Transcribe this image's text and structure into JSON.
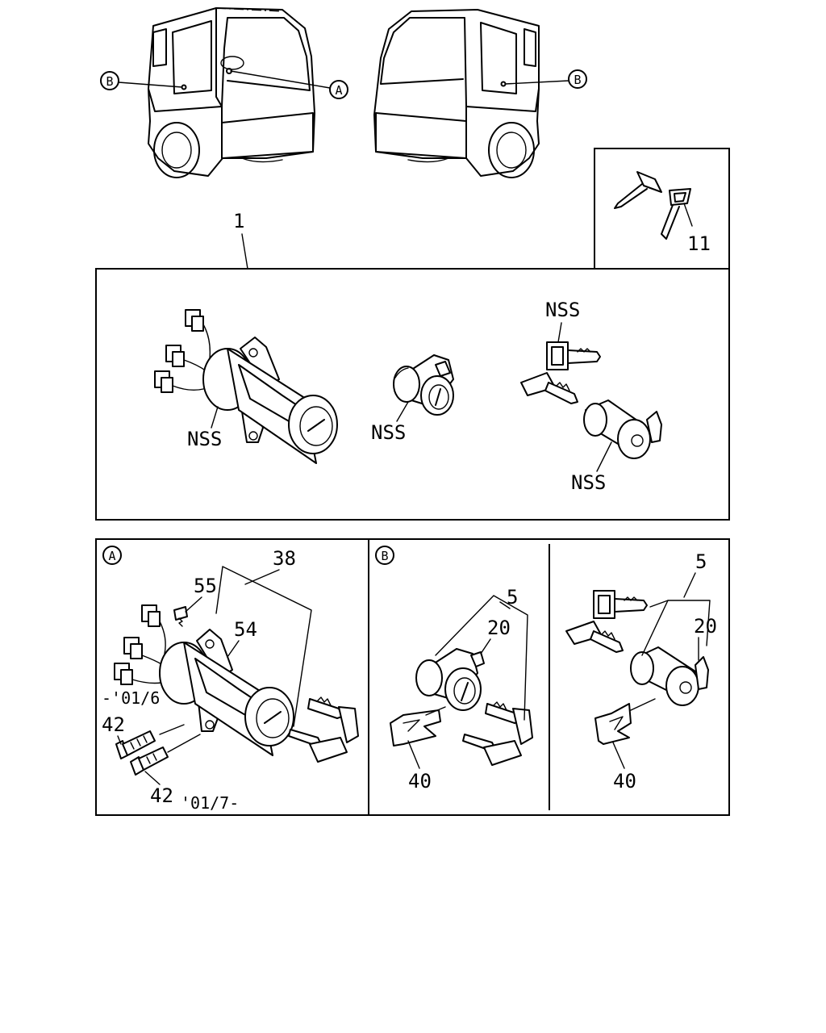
{
  "callouts": {
    "view_a": "A",
    "view_b": "B"
  },
  "labels": {
    "part_1": "1",
    "part_11": "11",
    "nss": "NSS",
    "part_38": "38",
    "part_55": "55",
    "part_54": "54",
    "part_42": "42",
    "part_42b": "42",
    "note_upto": "-'01/6",
    "note_from": "'01/7-",
    "part_5": "5",
    "part_20": "20",
    "part_40": "40"
  }
}
